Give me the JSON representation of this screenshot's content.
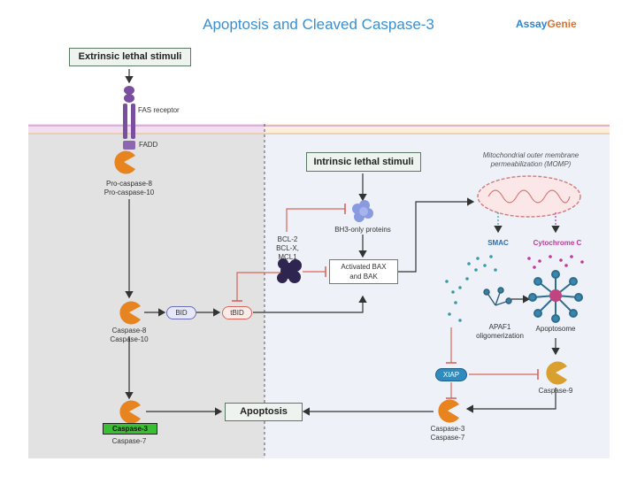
{
  "title": "Apoptosis and Cleaved Caspase-3",
  "brand": {
    "part1": "Assay",
    "part2": "Genie"
  },
  "extrinsic": {
    "stimuli": "Extrinsic lethal stimuli",
    "fas_receptor": "FAS receptor",
    "fadd": "FADD",
    "pro_caspase_8": "Pro-caspase-8",
    "pro_caspase_10": "Pro-caspase-10",
    "caspase_8": "Caspase-8",
    "caspase_10": "Caspase-10",
    "caspase_3_badge": "Caspase-3",
    "caspase_7": "Caspase-7"
  },
  "intrinsic": {
    "stimuli": "Intrinsic lethal stimuli",
    "bh3": "BH3-only proteins",
    "bcl2": "BCL-2",
    "bclx": "BCL-X,",
    "mcl1": "MCL1",
    "bax_line1": "Activated BAX",
    "bax_line2": "and BAK",
    "momp_line1": "Mitochondrial outer membrane",
    "momp_line2": "permeabilization (MOMP)",
    "smac": "SMAC",
    "cytc": "Cytochrome C",
    "apaf1_line1": "APAF1",
    "apaf1_line2": "oligomerization",
    "apoptosome": "Apoptosome",
    "xiap": "XIAP",
    "caspase_9": "Caspase-9",
    "caspase_3": "Caspase-3",
    "caspase_7": "Caspase-7"
  },
  "bid": "BID",
  "tbid": "tBID",
  "apoptosis": "Apoptosis",
  "colors": {
    "title": "#3a8fd0",
    "left_panel": "#e2e2e2",
    "right_panel": "#eef2f8",
    "caspase": "#e8841f",
    "receptor": "#7b4fa0",
    "inhibit": "#d9655a",
    "bcl2": "#2e2550",
    "cytochrome": "#c03a9a",
    "smac": "#3a9aa8",
    "xiap": "#2f8bbf",
    "caspase3_badge": "#3bbf32"
  }
}
